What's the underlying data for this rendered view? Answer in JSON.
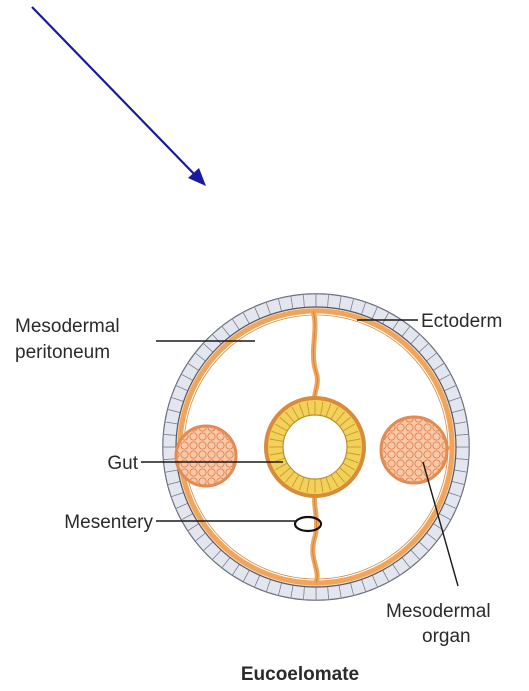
{
  "labels": {
    "ectoderm": "Ectoderm",
    "peritoneum_line1": "Mesodermal",
    "peritoneum_line2": "peritoneum",
    "gut": "Gut",
    "mesentery": "Mesentery",
    "organ_line1": "Mesodermal",
    "organ_line2": "organ"
  },
  "caption": "Eucoelomate",
  "colors": {
    "arrow": "#1a1aa0",
    "ectoderm_cell_fill": "#e3e6ee",
    "ectoderm_cell_stroke": "#7a7f8c",
    "ectoderm_outline": "#555a66",
    "peritoneum": "#f0a55a",
    "mesodermal_organ": "#f4b08a",
    "gut_wall": "#f2d15a",
    "gut_lumen": "#ffffff",
    "label_text": "#2b2b2b"
  },
  "icons": {
    "pointer": "arrow-icon"
  }
}
